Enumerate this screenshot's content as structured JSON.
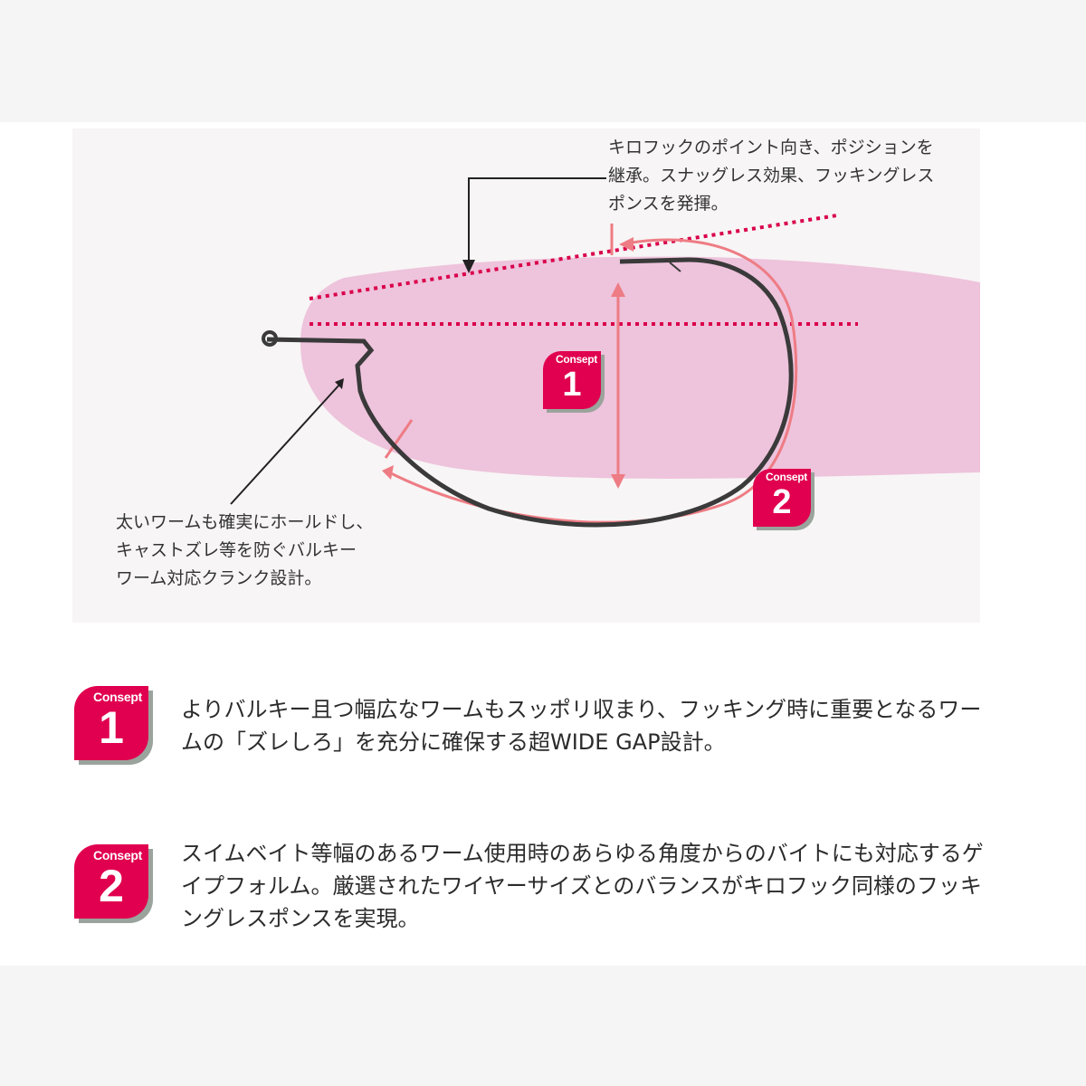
{
  "diagram": {
    "callout_top": "キロフックのポイント向き、ポジションを\n継承。スナッグレス効果、フッキングレス\nポンスを発揮。",
    "callout_bottom": "太いワームも確実にホールドし、\nキャストズレ等を防ぐバルキー\nワーム対応クランク設計。",
    "badge1": {
      "label": "Consept",
      "number": "1"
    },
    "badge2": {
      "label": "Consept",
      "number": "2"
    },
    "colors": {
      "worm": "#eec3dc",
      "accent": "#e0004f",
      "arrow": "#ee7c84",
      "dotted": "#d9004a"
    }
  },
  "concepts": [
    {
      "label": "Consept",
      "number": "1",
      "text": "よりバルキー且つ幅広なワームもスッポリ収まり、フッキング時に重要となるワームの「ズレしろ」を充分に確保する超WIDE GAP設計。"
    },
    {
      "label": "Consept",
      "number": "2",
      "text": "スイムベイト等幅のあるワーム使用時のあらゆる角度からのバイトにも対応するゲイプフォルム。厳選されたワイヤーサイズとのバランスがキロフック同様のフッキングレスポンスを実現。"
    }
  ]
}
